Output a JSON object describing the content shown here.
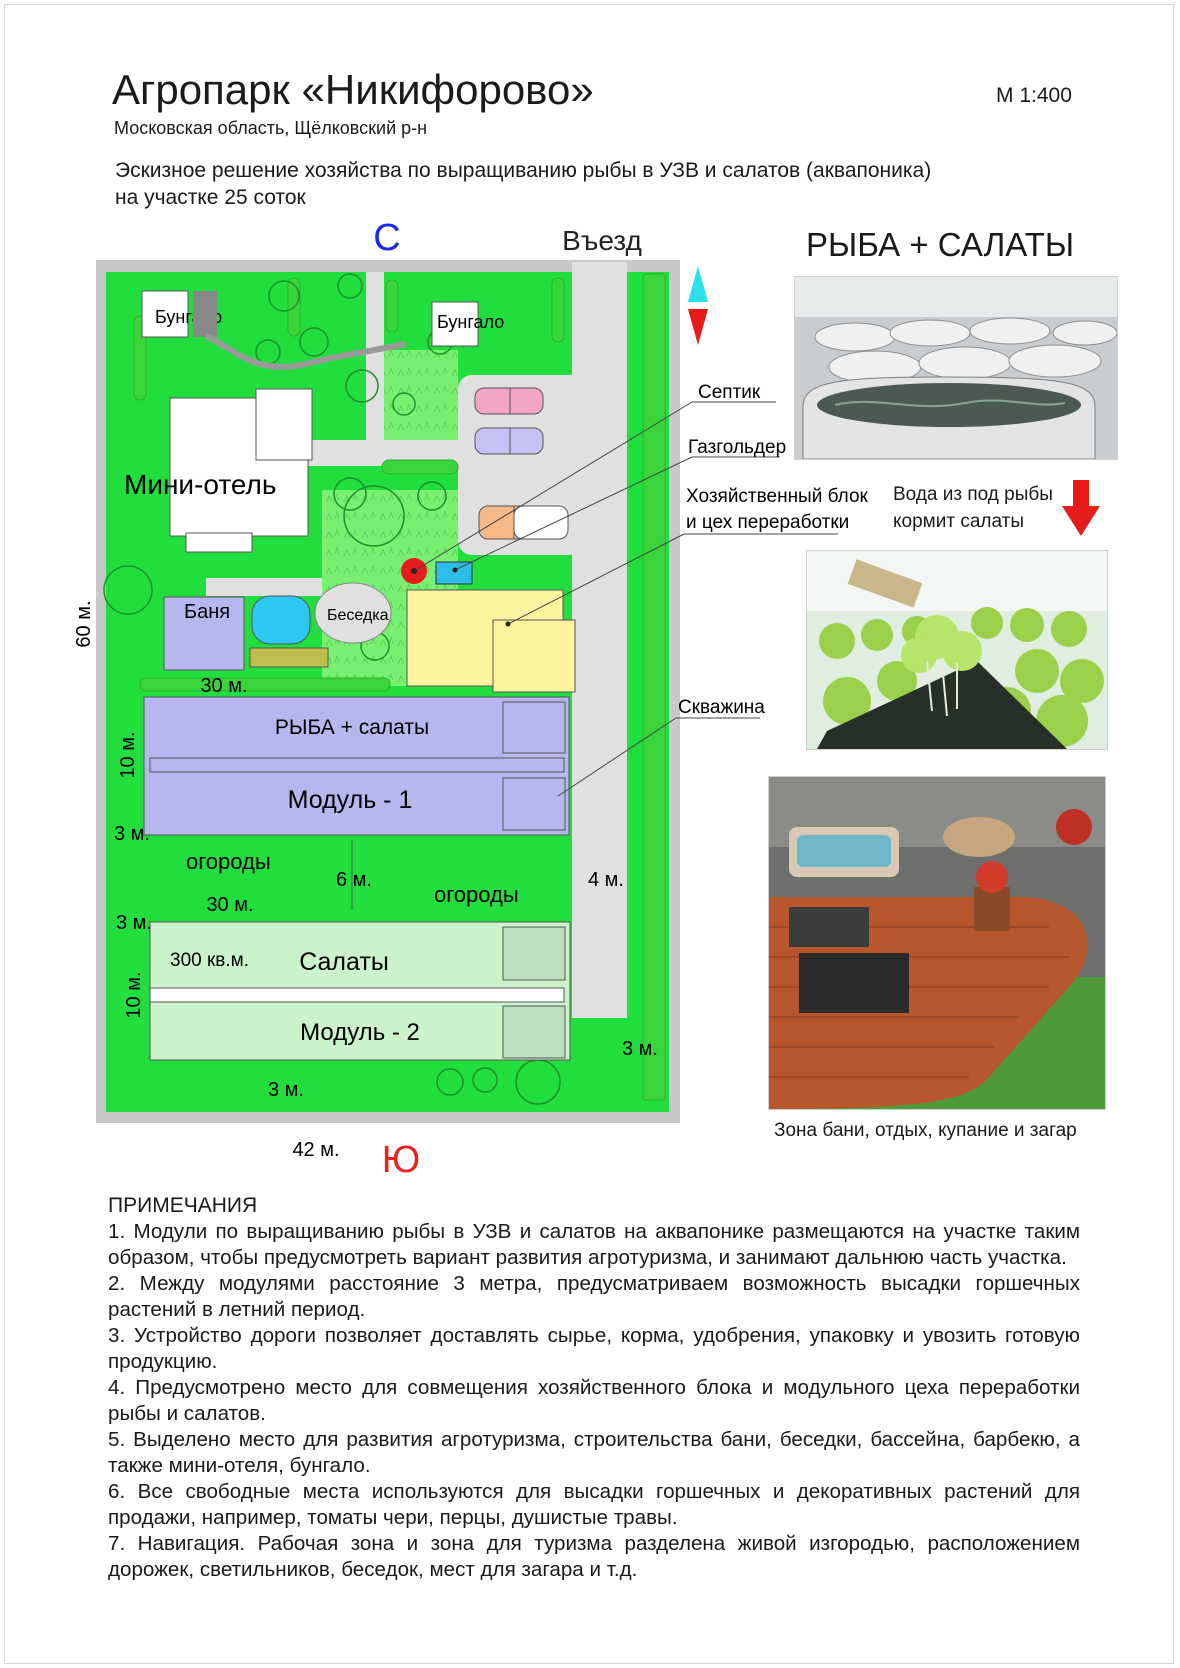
{
  "header": {
    "title": "Агропарк «Никифорово»",
    "region": "Московская область, Щёлковский р-н",
    "scale": "М 1:400",
    "description_line1": "Эскизное решение хозяйства по выращиванию рыбы в УЗВ и салатов (аквапоника)",
    "description_line2": "на участке 25 соток"
  },
  "map": {
    "compass_north": "С",
    "compass_south": "Ю",
    "entrance": "Въезд",
    "buildings": {
      "bungalow_1": "Бунгало",
      "bungalow_2": "Бунгало",
      "mini_hotel": "Мини-отель",
      "bath": "Баня",
      "gazebo": "Беседка"
    },
    "modules": {
      "module1_line1": "РЫБА + салаты",
      "module1_line2": "Модуль - 1",
      "module2_line1": "Салаты",
      "module2_line2": "Модуль - 2",
      "module2_area": "300 кв.м."
    },
    "gardens_1": "огороды",
    "gardens_2": "огороды",
    "callouts": {
      "septic": "Септик",
      "gas_holder": "Газгольдер",
      "utility_line1": "Хозяйственный блок",
      "utility_line2": "и цех переработки",
      "well": "Скважина"
    },
    "dimensions": {
      "height_total": "60 м.",
      "width_total": "42 м.",
      "module_length": "30 м.",
      "hedge_length": "30 м.",
      "module1_width": "10 м.",
      "module2_width": "10 м.",
      "gap_1": "3 м.",
      "gap_2": "3 м.",
      "gap_3": "3 м.",
      "gap_4": "3 м.",
      "gardens_depth": "6 м.",
      "road_width": "4 м."
    },
    "colors": {
      "lawn": "#22dd3e",
      "light_lawn": "#7af073",
      "road": "#e0e0e0",
      "module1": "#b7b6ee",
      "module2": "#ccf2cc",
      "utility": "#fff39e",
      "hedge": "#3ad53a",
      "septic": "#e81b1b",
      "well": "#f07c2d",
      "gas": "#2cbde8"
    }
  },
  "photos": {
    "title": "РЫБА + САЛАТЫ",
    "water_note_line1": "Вода из под рыбы",
    "water_note_line2": "кормит салаты",
    "caption": "Зона бани, отдых, купание и загар"
  },
  "notes": {
    "heading": "ПРИМЕЧАНИЯ",
    "items": [
      "1. Модули по выращиванию рыбы в УЗВ и салатов на аквапонике размещаются на участке таким образом, чтобы предусмотреть вариант развития агротуризма, и занимают дальнюю часть участка.",
      "2. Между модулями расстояние 3 метра, предусматриваем возможность высадки горшечных растений в летний период.",
      "3. Устройство дороги позволяет доставлять сырье, корма, удобрения, упаковку и увозить готовую продукцию.",
      "4. Предусмотрено место для совмещения хозяйственного блока и модульного цеха переработки рыбы и салатов.",
      "5. Выделено место для развития агротуризма, строительства бани, беседки, бассейна, барбекю, а также мини-отеля, бунгало.",
      "6. Все свободные места используются для высадки горшечных и декоративных растений для продажи, например, томаты чери, перцы, душистые травы.",
      "7. Навигация. Рабочая зона и зона для туризма разделена живой изгородью, расположением дорожек, светильников, беседок, мест для загара и т.д."
    ]
  }
}
